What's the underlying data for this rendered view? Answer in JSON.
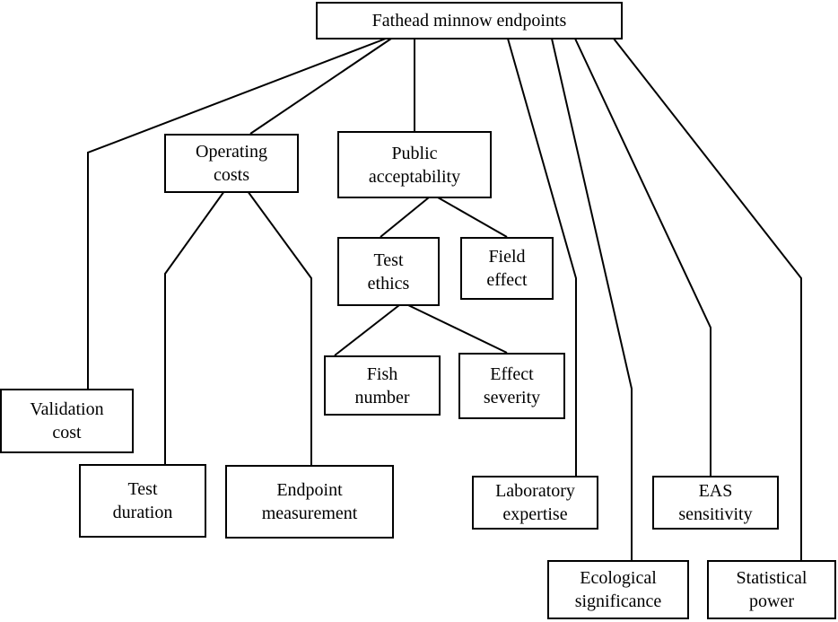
{
  "root": {
    "lines": [
      "Fathead minnow endpoints"
    ]
  },
  "nodes": {
    "operating_costs": {
      "lines": [
        "Operating",
        "costs"
      ]
    },
    "public_acceptability": {
      "lines": [
        "Public",
        "acceptability"
      ]
    },
    "test_ethics": {
      "lines": [
        "Test",
        "ethics"
      ]
    },
    "field_effect": {
      "lines": [
        "Field",
        "effect"
      ]
    },
    "fish_number": {
      "lines": [
        "Fish",
        "number"
      ]
    },
    "effect_severity": {
      "lines": [
        "Effect",
        "severity"
      ]
    },
    "validation_cost": {
      "lines": [
        "Validation",
        "cost"
      ]
    },
    "test_duration": {
      "lines": [
        "Test",
        "duration"
      ]
    },
    "endpoint_measurement": {
      "lines": [
        "Endpoint",
        "measurement"
      ]
    },
    "laboratory_expertise": {
      "lines": [
        "Laboratory",
        "expertise"
      ]
    },
    "eas_sensitivity": {
      "lines": [
        "EAS",
        "sensitivity"
      ]
    },
    "ecological_significance": {
      "lines": [
        "Ecological",
        "significance"
      ]
    },
    "statistical_power": {
      "lines": [
        "Statistical",
        "power"
      ]
    }
  }
}
